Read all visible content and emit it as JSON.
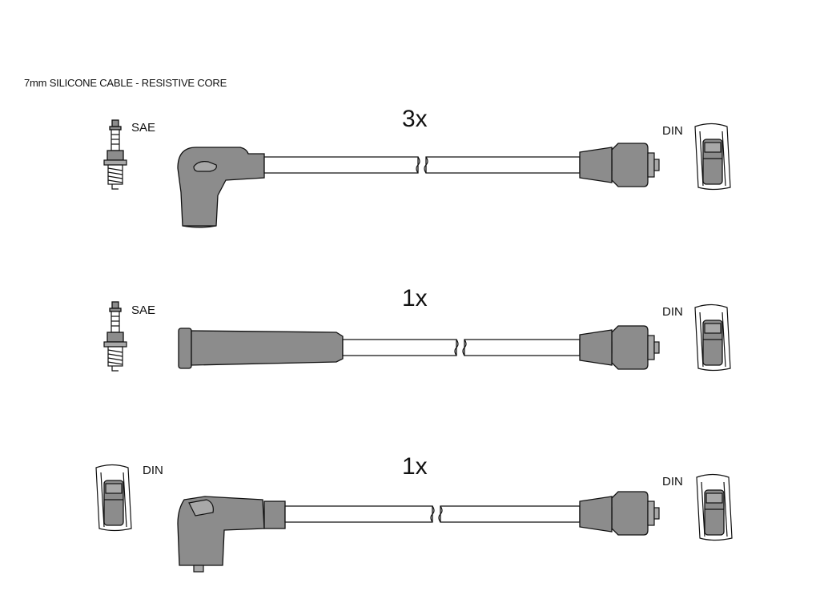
{
  "header": {
    "title": "7mm SILICONE CABLE - RESISTIVE CORE"
  },
  "rows": [
    {
      "quantity": "3x",
      "left_label": "SAE",
      "right_label": "DIN"
    },
    {
      "quantity": "1x",
      "left_label": "SAE",
      "right_label": "DIN"
    },
    {
      "quantity": "1x",
      "left_label": "DIN",
      "right_label": "DIN"
    }
  ],
  "colors": {
    "part_fill": "#8c8c8c",
    "outline": "#111111",
    "background": "#ffffff"
  }
}
